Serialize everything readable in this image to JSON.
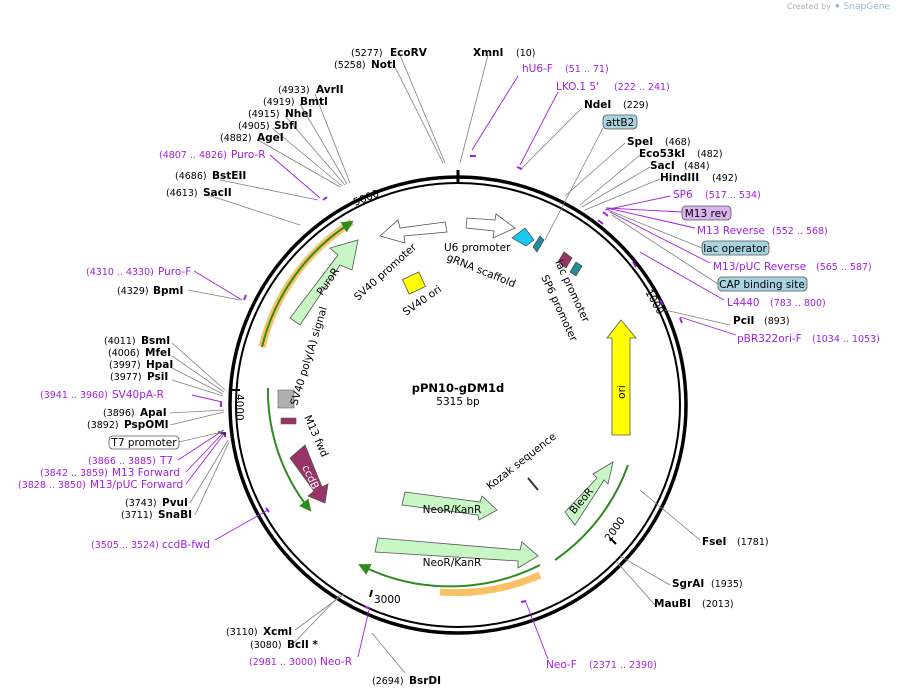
{
  "brand": {
    "created_by": "Created by",
    "product": "SnapGene"
  },
  "plasmid": {
    "name": "pPN10-gDM1d",
    "size": "5315 bp"
  },
  "ticks": [
    "1000",
    "2000",
    "3000",
    "4000",
    "5000"
  ],
  "enzymes": {
    "EcoRV": {
      "name": "EcoRV",
      "pos": "(5277)"
    },
    "NotI": {
      "name": "NotI",
      "pos": "(5258)"
    },
    "XmnI": {
      "name": "XmnI",
      "pos": "(10)"
    },
    "AvrII": {
      "name": "AvrII",
      "pos": "(4933)"
    },
    "BmtI": {
      "name": "BmtI",
      "pos": "(4919)"
    },
    "NheI": {
      "name": "NheI",
      "pos": "(4915)"
    },
    "SbfI": {
      "name": "SbfI",
      "pos": "(4905)"
    },
    "AgeI": {
      "name": "AgeI",
      "pos": "(4882)"
    },
    "BstEII": {
      "name": "BstEII",
      "pos": "(4686)"
    },
    "SacII": {
      "name": "SacII",
      "pos": "(4613)"
    },
    "BpmI": {
      "name": "BpmI",
      "pos": "(4329)"
    },
    "BsmI": {
      "name": "BsmI",
      "pos": "(4011)"
    },
    "MfeI": {
      "name": "MfeI",
      "pos": "(4006)"
    },
    "HpaI": {
      "name": "HpaI",
      "pos": "(3997)"
    },
    "PsiI": {
      "name": "PsiI",
      "pos": "(3977)"
    },
    "ApaI": {
      "name": "ApaI",
      "pos": "(3896)"
    },
    "PspOMI": {
      "name": "PspOMI",
      "pos": "(3892)"
    },
    "PvuI": {
      "name": "PvuI",
      "pos": "(3743)"
    },
    "SnaBI": {
      "name": "SnaBI",
      "pos": "(3711)"
    },
    "XcmI": {
      "name": "XcmI",
      "pos": "(3110)"
    },
    "BclI": {
      "name": "BclI *",
      "pos": "(3080)"
    },
    "BsrDI": {
      "name": "BsrDI",
      "pos": "(2694)"
    },
    "NdeI": {
      "name": "NdeI",
      "pos": "(229)"
    },
    "SpeI": {
      "name": "SpeI",
      "pos": "(468)"
    },
    "Eco53kI": {
      "name": "Eco53kI",
      "pos": "(482)"
    },
    "SacI": {
      "name": "SacI",
      "pos": "(484)"
    },
    "HindIII": {
      "name": "HindIII",
      "pos": "(492)"
    },
    "PciI": {
      "name": "PciI",
      "pos": "(893)"
    },
    "FseI": {
      "name": "FseI",
      "pos": "(1781)"
    },
    "SgrAI": {
      "name": "SgrAI",
      "pos": "(1935)"
    },
    "MauBI": {
      "name": "MauBI",
      "pos": "(2013)"
    }
  },
  "primers": {
    "hU6F": {
      "name": "hU6-F",
      "range": "(51 .. 71)"
    },
    "LKO": {
      "name": "LKO.1 5'",
      "range": "(222 .. 241)"
    },
    "SP6": {
      "name": "SP6",
      "range": "(517 .. 534)"
    },
    "M13Rev": {
      "name": "M13 Reverse",
      "range": "(552 .. 568)"
    },
    "M13pUCRev": {
      "name": "M13/pUC Reverse",
      "range": "(565 .. 587)"
    },
    "L4440": {
      "name": "L4440",
      "range": "(783 .. 800)"
    },
    "pBR": {
      "name": "pBR322ori-F",
      "range": "(1034 .. 1053)"
    },
    "NeoF": {
      "name": "Neo-F",
      "range": "(2371 .. 2390)"
    },
    "NeoR": {
      "name": "Neo-R",
      "range": "(2981 .. 3000)"
    },
    "ccdBfwd": {
      "name": "ccdB-fwd",
      "range": "(3505 .. 3524)"
    },
    "M13pUCFwd": {
      "name": "M13/pUC Forward",
      "range": "(3828 .. 3850)"
    },
    "M13Fwd": {
      "name": "M13 Forward",
      "range": "(3842 .. 3859)"
    },
    "T7": {
      "name": "T7",
      "range": "(3866 .. 3885)"
    },
    "SV40pAR": {
      "name": "SV40pA-R",
      "range": "(3941 .. 3960)"
    },
    "PuroF": {
      "name": "Puro-F",
      "range": "(4310 .. 4330)"
    },
    "PuroR": {
      "name": "Puro-R",
      "range": "(4807 .. 4826)"
    }
  },
  "boxed_labels": {
    "attB2": "attB2",
    "M13rev": "M13 rev",
    "lacOperator": "lac operator",
    "CAP": "CAP binding site",
    "T7promoter": "T7 promoter"
  },
  "features": {
    "U6promoter": "U6 promoter",
    "gRNAscaffold": "gRNA scaffold",
    "lacPromoter": "lac promoter",
    "SP6promoter": "SP6 promoter",
    "SV40promoter": "SV40 promoter",
    "SV40ori": "SV40 ori",
    "PuroR": "PuroR",
    "SV40polyA": "SV40 poly(A) signal",
    "M13fwd": "M13 fwd",
    "ccdB": "ccdB",
    "ori": "ori",
    "Kozak": "Kozak sequence",
    "BleoR": "BleoR",
    "NeoKan1": "NeoR/KanR",
    "NeoKan2": "NeoR/KanR"
  },
  "colors": {
    "backbone": "#000000",
    "primer": "#a020e0",
    "enzyme_line": "#808080",
    "ori": "#ffff00",
    "resistance": "#c8f7c5",
    "ccdB": "#993366",
    "promoter": "#ffffff",
    "box_blue": "#a7d4e0",
    "box_purple": "#dab4ee",
    "cds_orange": "#f5a623",
    "cds_green": "#2e8b1e",
    "cyan_feature": "#18c8f0",
    "teal_feature": "#2a8a9a"
  }
}
